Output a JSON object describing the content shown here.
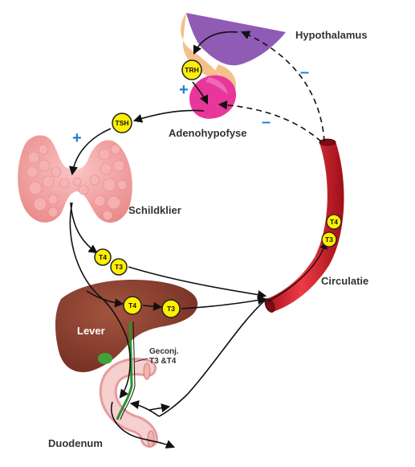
{
  "labels": {
    "hypothalamus": "Hypothalamus",
    "adenohypofyse": "Adenohypofyse",
    "schildklier": "Schildklier",
    "circulatie": "Circulatie",
    "lever": "Lever",
    "duodenum": "Duodenum",
    "geconj_line1": "Geconj.",
    "geconj_line2": "T3 &T4"
  },
  "badges": {
    "trh": "TRH",
    "tsh": "TSH",
    "t4_thyroid": "T4",
    "t3_thyroid": "T3",
    "t4_liver": "T4",
    "t3_liver": "T3",
    "t4_vessel": "T4",
    "t3_vessel": "T3"
  },
  "signs": {
    "plus_trh": "+",
    "plus_tsh": "+",
    "minus_hypothalamus": "–",
    "minus_pituitary": "–"
  },
  "colors": {
    "hypothalamus": "#8f5bb5",
    "pituitary": "#e8369a",
    "stalk": "#f4c08c",
    "thyroid": "#f5a3a3",
    "vessel": "#d91e2a",
    "liver": "#8b3c2c",
    "gallbladder": "#3fa33a",
    "duodenum": "#f3c3c3",
    "badge": "#ffef00",
    "plus": "#1f7fd6",
    "minus": "#1f7fd6"
  }
}
